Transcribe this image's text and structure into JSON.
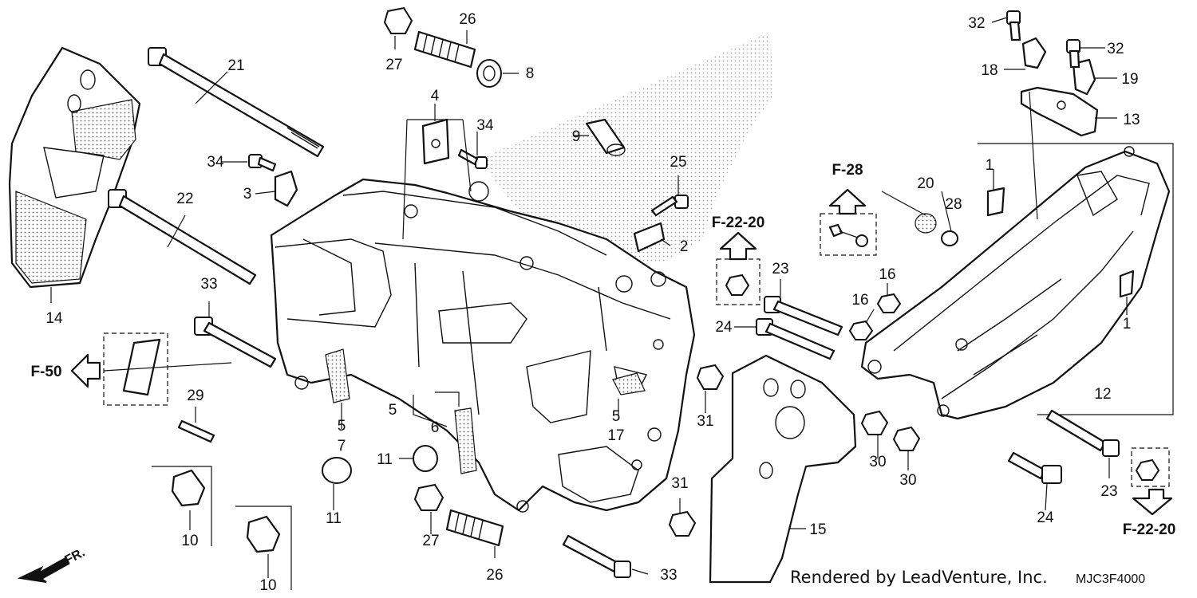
{
  "diagram": {
    "part_numbers": {
      "p1a": "1",
      "p1b": "1",
      "p2": "2",
      "p3": "3",
      "p4": "4",
      "p5a": "5",
      "p5b": "5",
      "p5c": "5",
      "p6": "6",
      "p7": "7",
      "p8": "8",
      "p9": "9",
      "p10a": "10",
      "p10b": "10",
      "p11a": "11",
      "p11b": "11",
      "p12": "12",
      "p13": "13",
      "p14": "14",
      "p15": "15",
      "p16a": "16",
      "p16b": "16",
      "p17": "17",
      "p18": "18",
      "p19": "19",
      "p20": "20",
      "p21": "21",
      "p22": "22",
      "p23a": "23",
      "p23b": "23",
      "p24a": "24",
      "p24b": "24",
      "p25": "25",
      "p26a": "26",
      "p26b": "26",
      "p27a": "27",
      "p27b": "27",
      "p28": "28",
      "p29": "29",
      "p30a": "30",
      "p30b": "30",
      "p31a": "31",
      "p31b": "31",
      "p32a": "32",
      "p32b": "32",
      "p33a": "33",
      "p33b": "33",
      "p34a": "34",
      "p34b": "34"
    },
    "references": {
      "f28": "F-28",
      "f2220_top": "F-22-20",
      "f2220_bottom": "F-22-20",
      "f50": "F-50"
    },
    "direction_label": "FR.",
    "credit": "Rendered by LeadVenture, Inc.",
    "diagram_code": "MJC3F4000"
  }
}
